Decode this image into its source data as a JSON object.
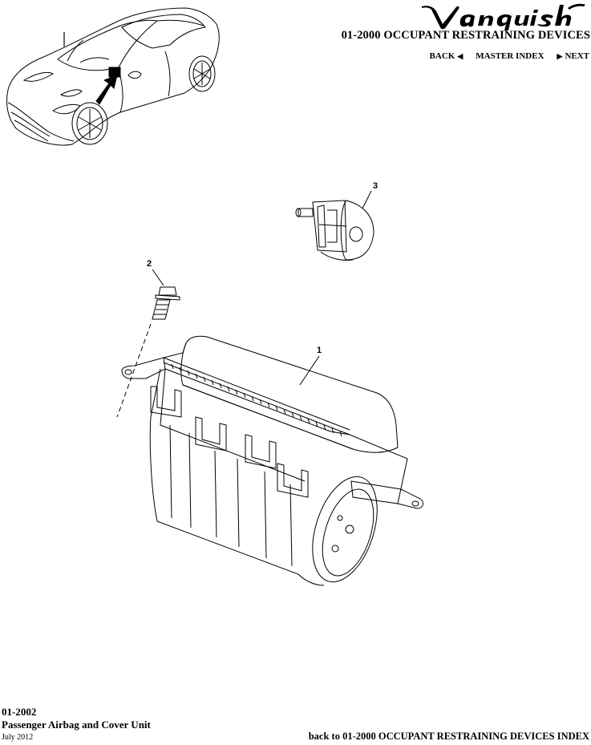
{
  "header": {
    "logo_text": "Vanquish",
    "section_title": "01-2000 OCCUPANT RESTRAINING DEVICES",
    "nav": {
      "back_label": "BACK",
      "back_icon": "left-triangle-icon",
      "master_index_label": "MASTER INDEX",
      "next_label": "NEXT",
      "next_icon": "right-triangle-icon"
    }
  },
  "diagram": {
    "callouts": [
      "1",
      "2",
      "3"
    ],
    "parts": [
      {
        "callout": "1",
        "part": "airbag-module"
      },
      {
        "callout": "2",
        "part": "flange-bolt"
      },
      {
        "callout": "3",
        "part": "connector-clip"
      }
    ]
  },
  "footer": {
    "code": "01-2002",
    "description": "Passenger Airbag and Cover Unit",
    "date": "July 2012",
    "back_link": "back to 01-2000 OCCUPANT RESTRAINING DEVICES INDEX"
  }
}
